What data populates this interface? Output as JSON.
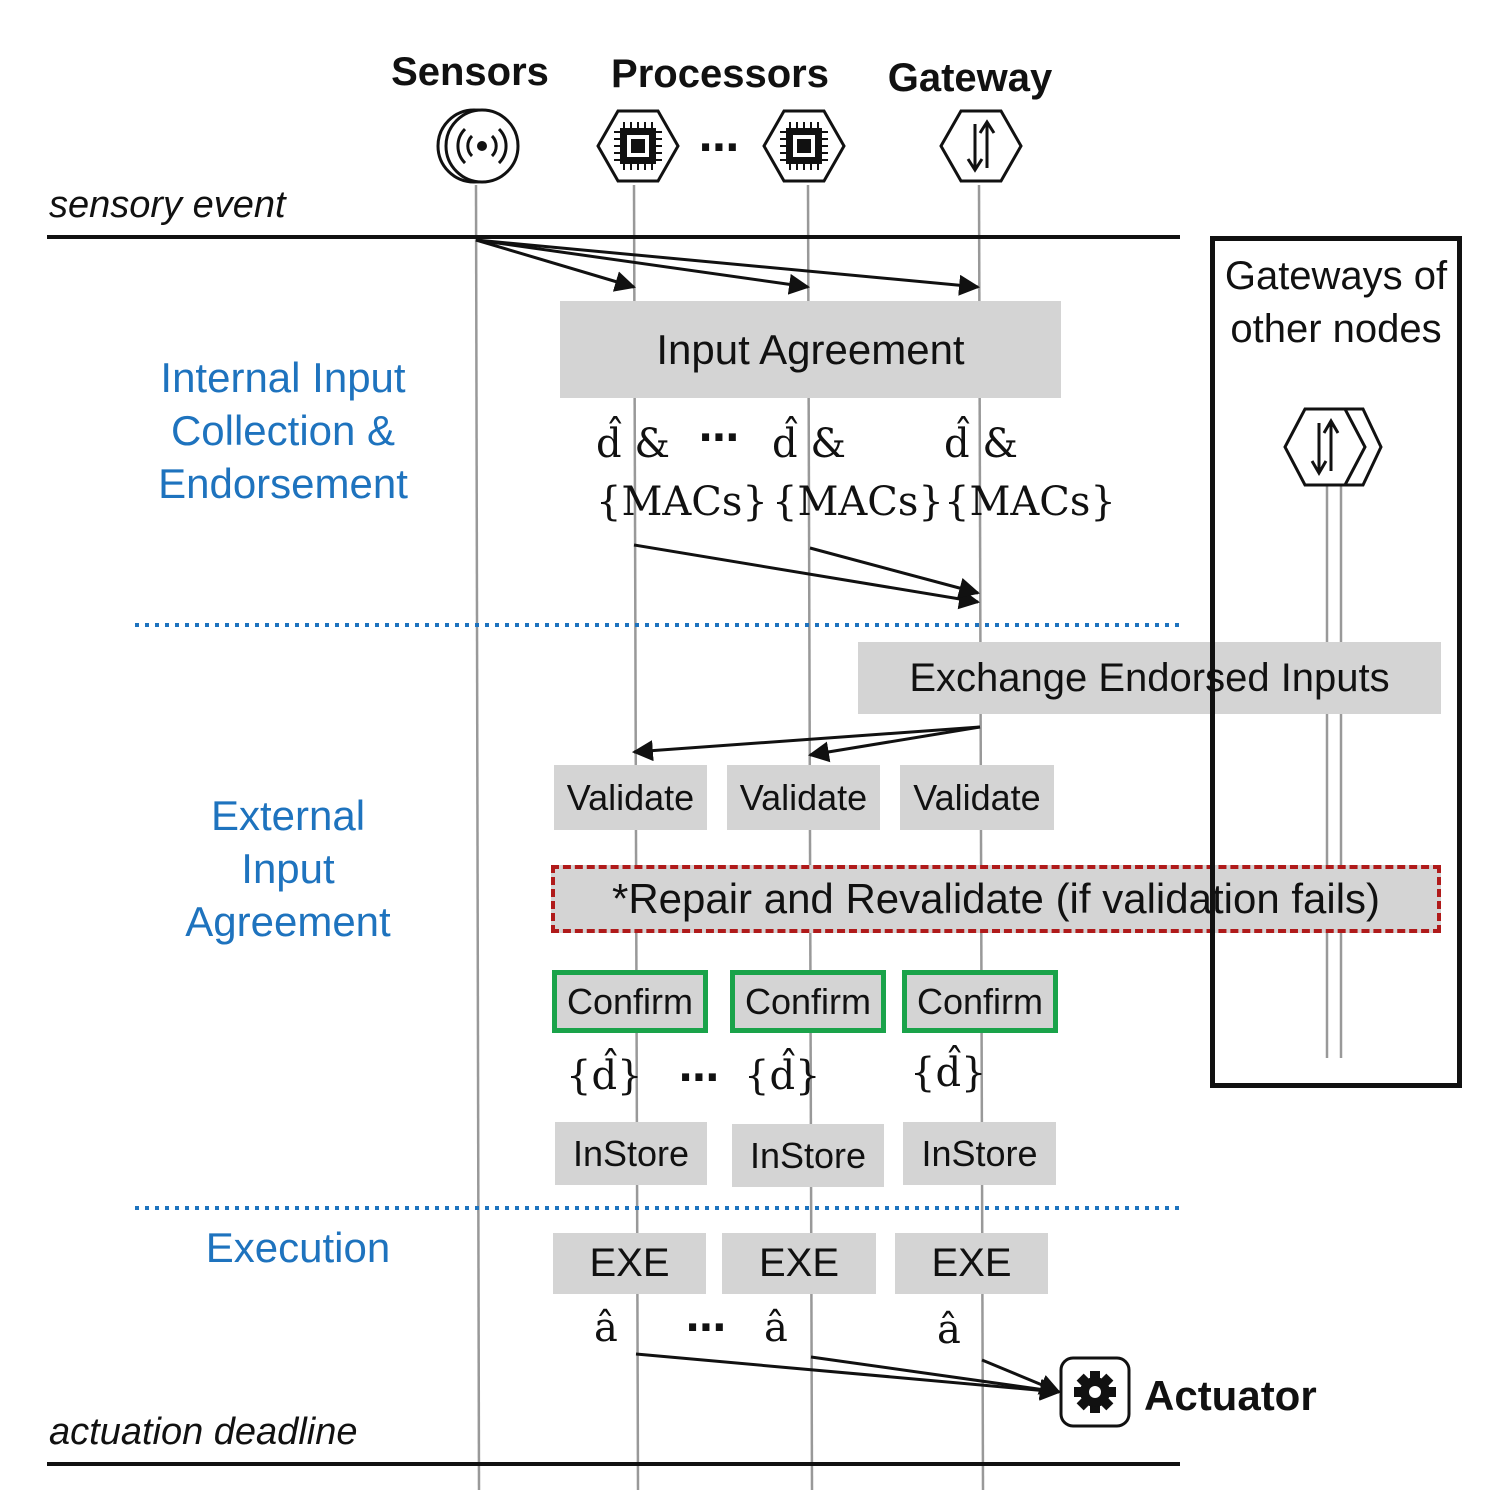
{
  "headers": {
    "sensors": "Sensors",
    "processors": "Processors",
    "gateway": "Gateway",
    "dots": "⋯"
  },
  "timeline": {
    "start": "sensory event",
    "end": "actuation deadline"
  },
  "phases": {
    "internal": "Internal Input Collection & Endorsement",
    "external": "External Input Agreement",
    "execution": "Execution"
  },
  "boxes": {
    "input_agreement": "Input Agreement",
    "exchange": "Exchange Endorsed Inputs",
    "validate": "Validate",
    "repair": "*Repair and Revalidate (if validation fails)",
    "confirm": "Confirm",
    "instore": "InStore",
    "exe": "EXE"
  },
  "math": {
    "d_hat_and": "d̂ &",
    "macs": "{MACs}",
    "d_hat_set": "{d̂}",
    "a_hat": "â",
    "dots": "⋯"
  },
  "other_nodes": {
    "title": "Gateways of other nodes"
  },
  "actuator": {
    "label": "Actuator"
  },
  "colors": {
    "phase_text": "#1e73be",
    "box_fill": "#d4d4d4",
    "confirm_border": "#1aa34a",
    "repair_border": "#b01a1a",
    "divider": "#1e73be"
  }
}
